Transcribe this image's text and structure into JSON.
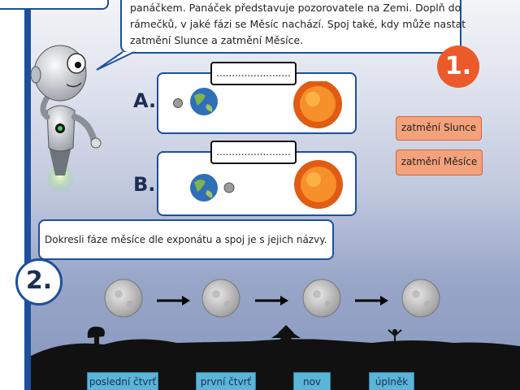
{
  "speech_lines": [
    "panáčkem. Panáček představuje pozorovatele na Zemi. Doplň do",
    "rámečků, v jaké fázi se Měsíc nachází. Spoj také, kdy může nastat",
    "zatmění Slunce a zatmění Měsíce."
  ],
  "task1": {
    "number": "1.",
    "scene_a": {
      "letter": "A.",
      "answer_placeholder": "........................"
    },
    "scene_b": {
      "letter": "B.",
      "answer_placeholder": "........................"
    },
    "options": [
      "zatmění Slunce",
      "zatmění Měsíce"
    ]
  },
  "task2": {
    "number": "2.",
    "instruction": "Dokresli fáze měsíce dle exponátu a spoj je s jejich názvy.",
    "phase_labels": [
      "poslední čtvrť",
      "první čtvrť",
      "nov",
      "úplněk"
    ]
  },
  "colors": {
    "frame_blue": "#1d4f9c",
    "badge_orange": "#ec5a2b",
    "option_orange": "#f4a27c",
    "label_blue": "#5ab5d6"
  }
}
